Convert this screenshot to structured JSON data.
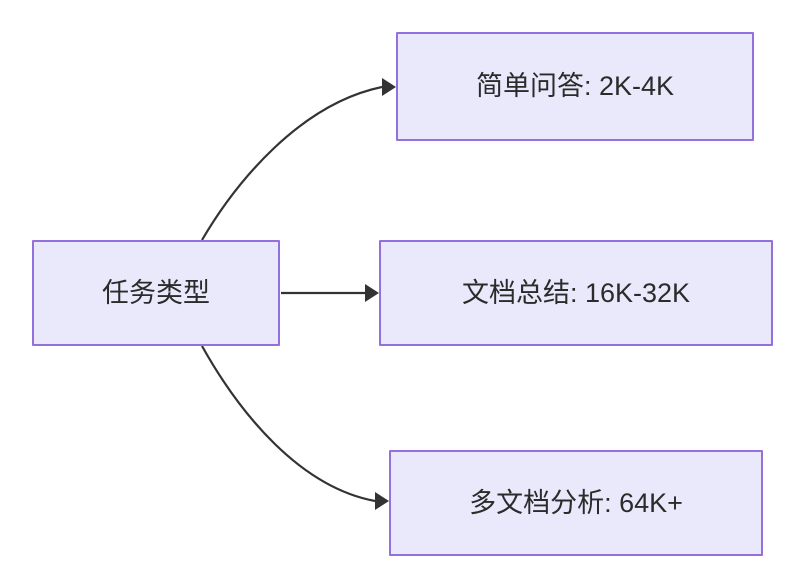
{
  "diagram": {
    "title": "任务类型",
    "orientation": "left-to-right",
    "background_color": "#ffffff",
    "node_fill_color": "#eae8fb",
    "node_border_color": "#9370db",
    "node_text_color": "#2b2b2b",
    "edge_color": "#333333",
    "nodes": [
      {
        "id": "root",
        "label": "任务类型",
        "role": "source"
      },
      {
        "id": "simple-qa",
        "label": "简单问答: 2K-4K",
        "role": "target"
      },
      {
        "id": "doc-summary",
        "label": "文档总结: 16K-32K",
        "role": "target"
      },
      {
        "id": "multi-doc",
        "label": "多文档分析: 64K+",
        "role": "target"
      }
    ],
    "edges": [
      {
        "id": "edge-root-simple-qa",
        "from": "root",
        "to": "simple-qa",
        "label": "",
        "style": "curved",
        "arrow": "arrowhead-icon"
      },
      {
        "id": "edge-root-doc-summary",
        "from": "root",
        "to": "doc-summary",
        "label": "",
        "style": "straight",
        "arrow": "arrowhead-icon"
      },
      {
        "id": "edge-root-multi-doc",
        "from": "root",
        "to": "multi-doc",
        "label": "",
        "style": "curved",
        "arrow": "arrowhead-icon"
      }
    ]
  }
}
